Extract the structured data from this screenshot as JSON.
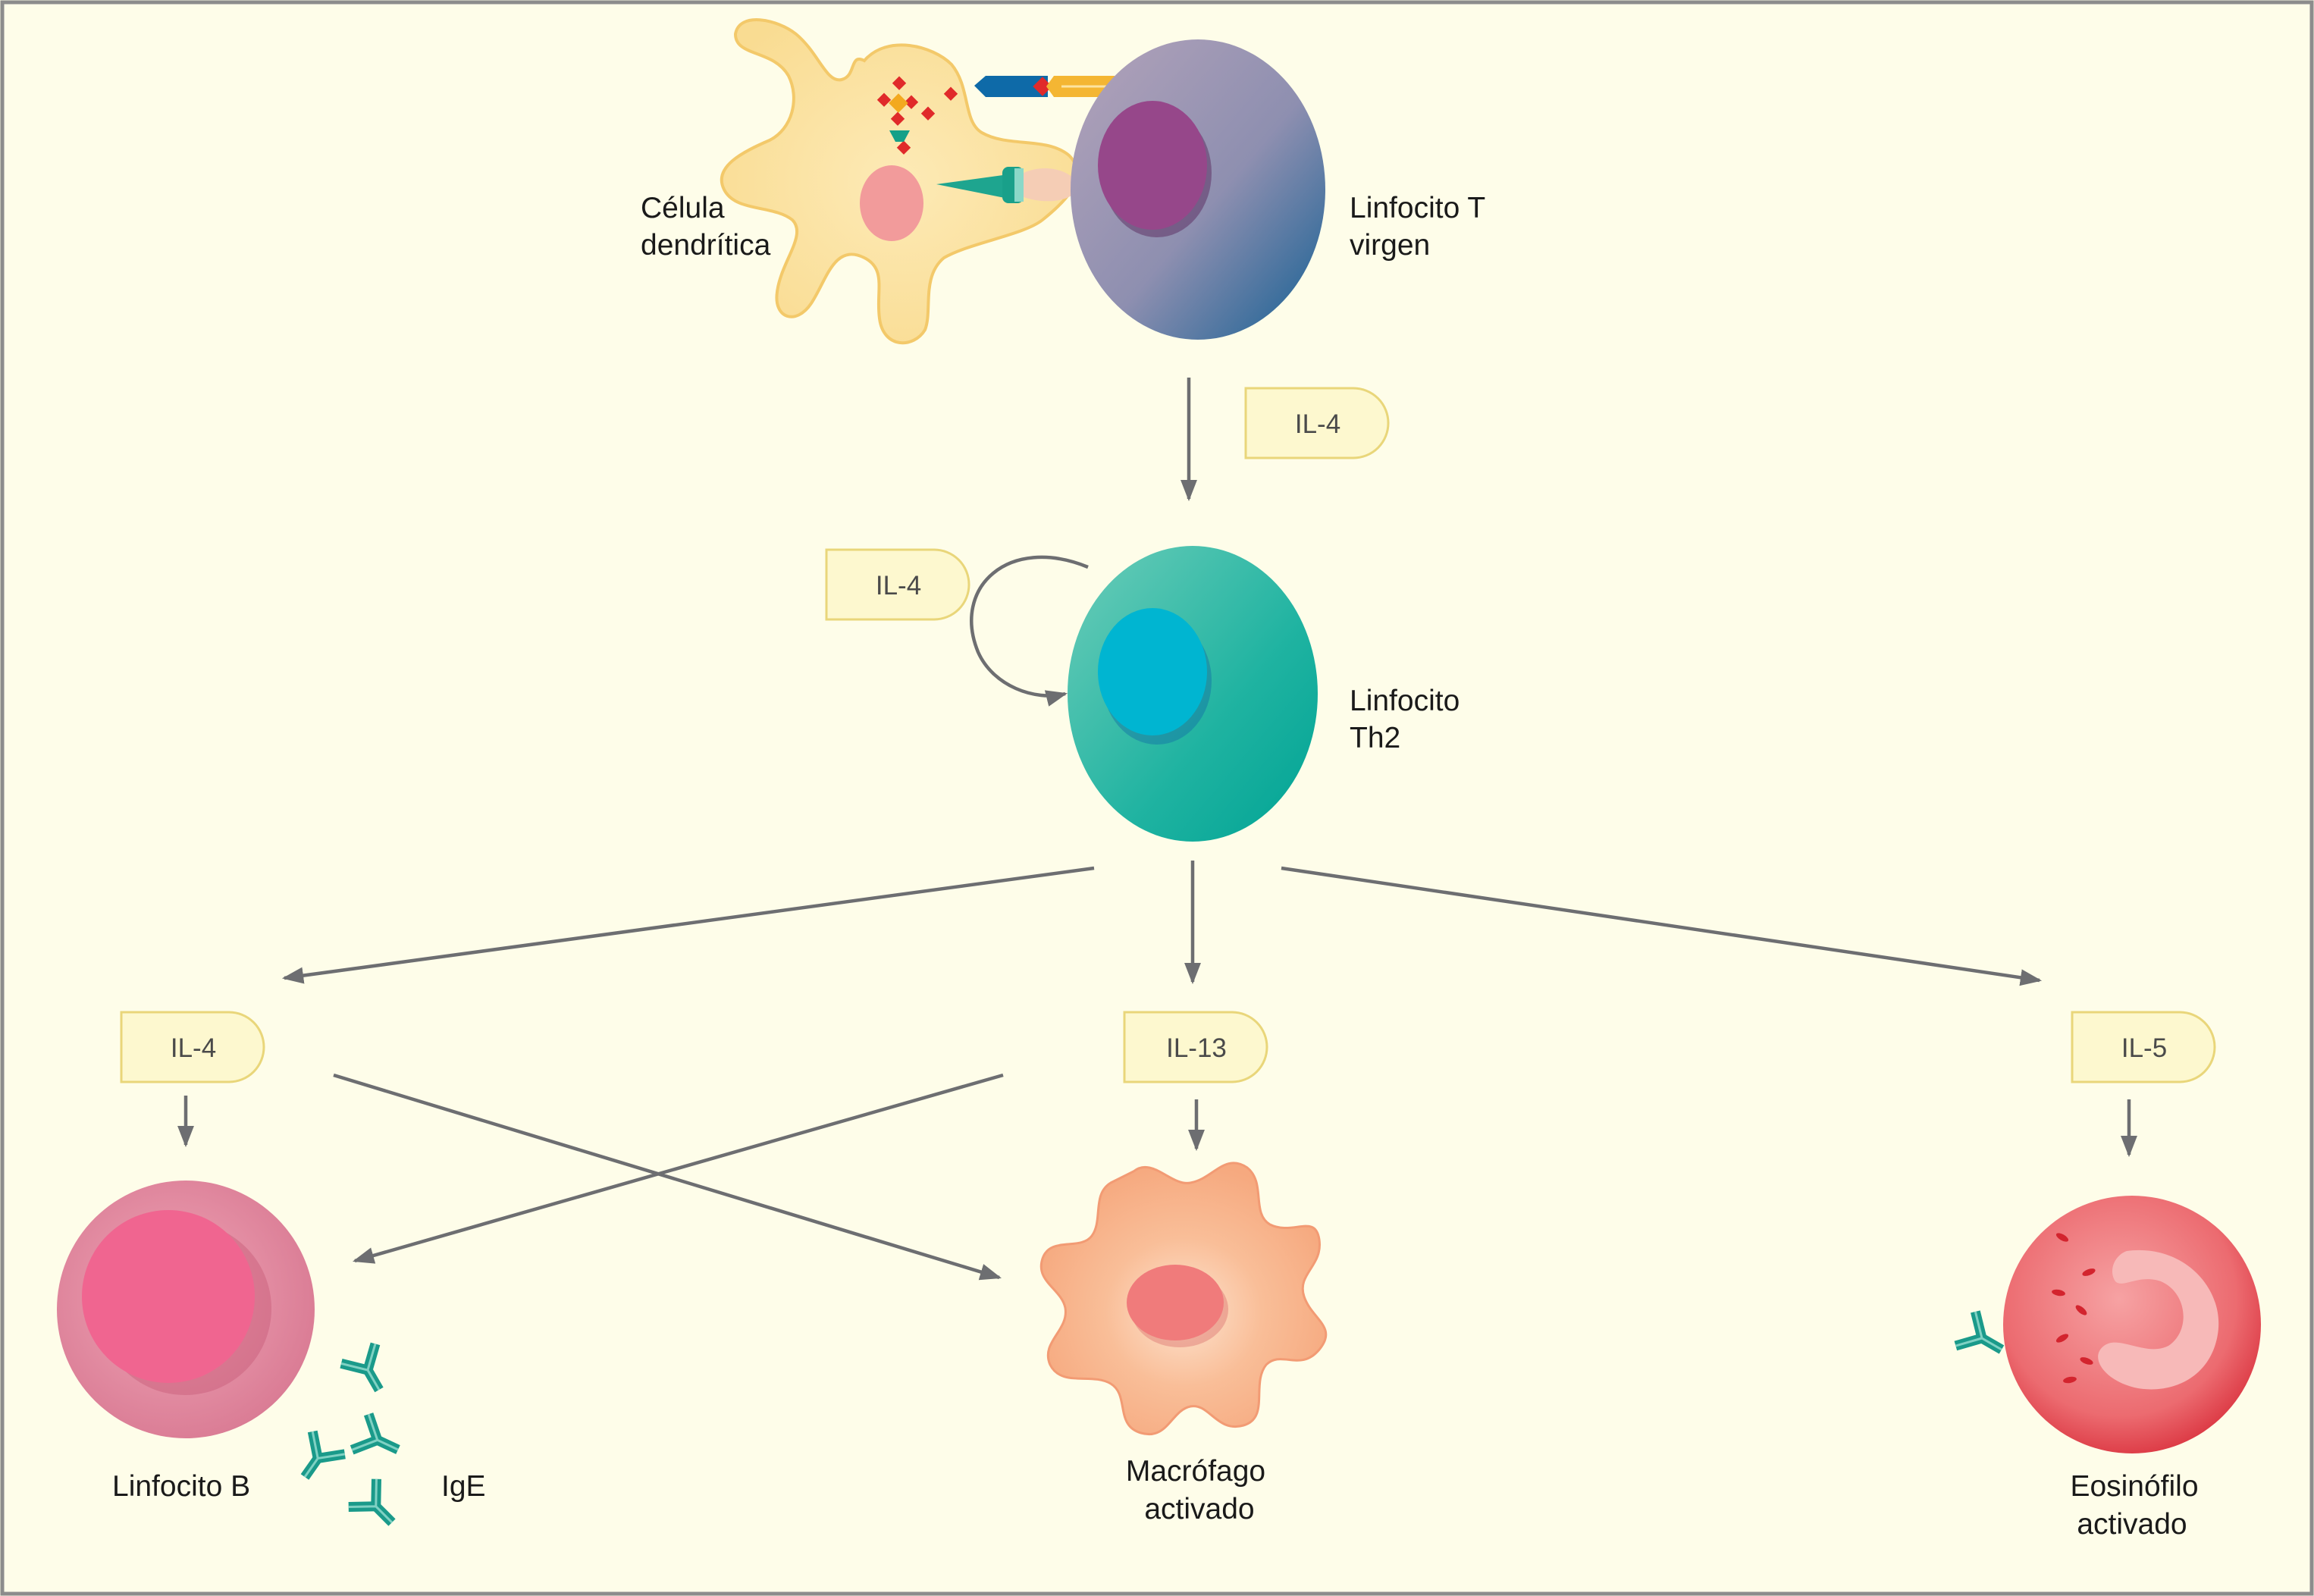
{
  "cells": {
    "dendritic": {
      "line1": "Célula",
      "line2": "dendrítica"
    },
    "naive_t": {
      "line1": "Linfocito T",
      "line2": "virgen"
    },
    "th2": {
      "line1": "Linfocito",
      "line2": "Th2"
    },
    "b_cell": {
      "line1": "Linfocito B"
    },
    "ige": {
      "line1": "IgE"
    },
    "macrophage": {
      "line1": "Macrófago",
      "line2": "activado"
    },
    "eosinophil": {
      "line1": "Eosinófilo",
      "line2": "activado"
    }
  },
  "cytokines": {
    "naive_to_th2": "IL-4",
    "autocrine": "IL-4",
    "b_cell": "IL-4",
    "macrophage": "IL-13",
    "eosinophil": "IL-5"
  },
  "colors": {
    "background": "#fefde9",
    "frame": "#8c8c8c",
    "tag_fill": "#fdf8cf",
    "tag_stroke": "#e9d67a",
    "arrow": "#6d6e71",
    "dendritic_cell": "#fbe4a2",
    "naive_t_cell": "#9c8fb0",
    "th2_cell": "#2fb8a6",
    "b_cell": "#e87f98",
    "macrophage": "#f8b389",
    "eosinophil": "#ea5961",
    "antibody": "#1a9a8a"
  }
}
